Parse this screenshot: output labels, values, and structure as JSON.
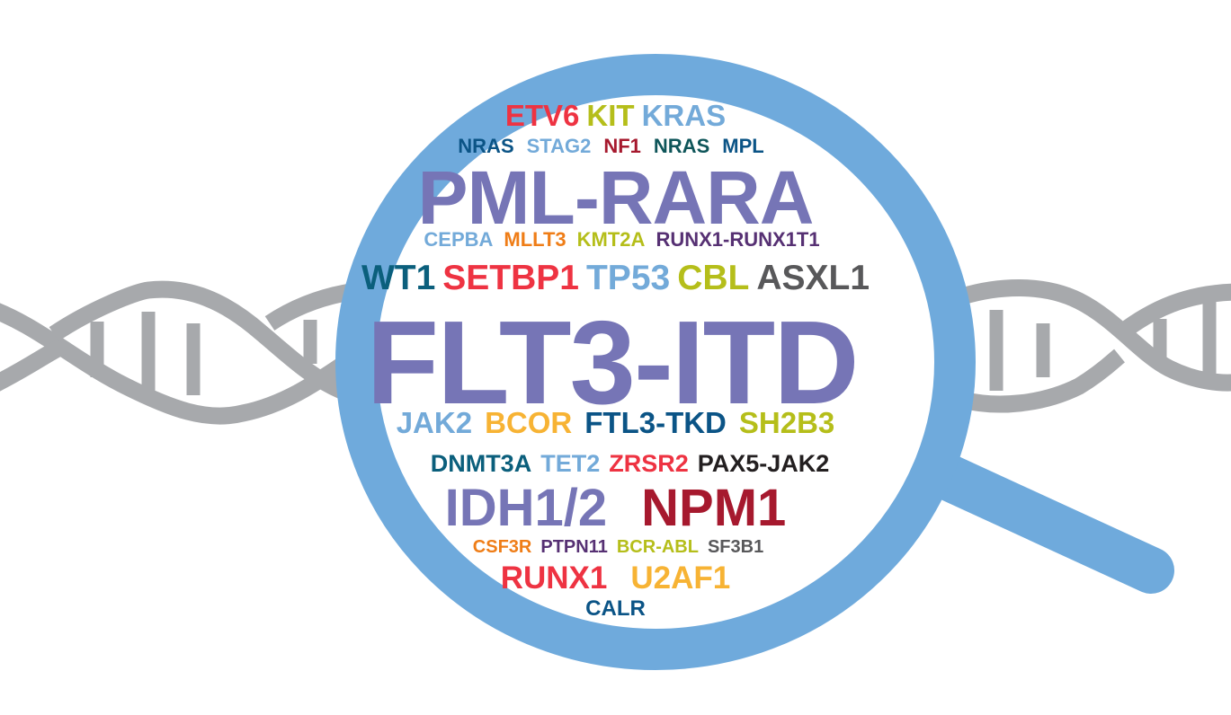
{
  "colors": {
    "lens_blue": "#6faadc",
    "dna_gray": "#a7a9ac",
    "background": "#ffffff"
  },
  "graphics": {
    "dna_left": "dna-helix-icon",
    "dna_right": "dna-helix-icon",
    "magnifier": "magnifying-glass-icon"
  },
  "word_cloud": {
    "rows": [
      [
        {
          "text": "ETV6",
          "color": "#ee3342"
        },
        {
          "text": "KIT",
          "color": "#b5be1a"
        },
        {
          "text": "KRAS",
          "color": "#73aad9"
        }
      ],
      [
        {
          "text": "NRAS",
          "color": "#0b5486"
        },
        {
          "text": "STAG2",
          "color": "#73aad9"
        },
        {
          "text": "NF1",
          "color": "#a6192e"
        },
        {
          "text": "NRAS",
          "color": "#0e5559"
        },
        {
          "text": "MPL",
          "color": "#0b5486"
        }
      ],
      [
        {
          "text": "PML-RARA",
          "color": "#7675b6"
        }
      ],
      [
        {
          "text": "CEPBA",
          "color": "#73aad9"
        },
        {
          "text": "MLLT3",
          "color": "#ef7d17"
        },
        {
          "text": "KMT2A",
          "color": "#b5be1a"
        },
        {
          "text": "RUNX1-RUNX1T1",
          "color": "#563073"
        }
      ],
      [
        {
          "text": "WT1",
          "color": "#0b5f7c"
        },
        {
          "text": "SETBP1",
          "color": "#ee3342"
        },
        {
          "text": "TP53",
          "color": "#73aad9"
        },
        {
          "text": "CBL",
          "color": "#b5be1a"
        },
        {
          "text": "ASXL1",
          "color": "#58585a"
        }
      ],
      [
        {
          "text": "FLT3-ITD",
          "color": "#7675b6"
        }
      ],
      [
        {
          "text": "JAK2",
          "color": "#73aad9"
        },
        {
          "text": "BCOR",
          "color": "#f7b334"
        },
        {
          "text": "FTL3-TKD",
          "color": "#0b5486"
        },
        {
          "text": "SH2B3",
          "color": "#b5be1a"
        }
      ],
      [
        {
          "text": "DNMT3A",
          "color": "#0b5f7c"
        },
        {
          "text": "TET2",
          "color": "#73aad9"
        },
        {
          "text": "ZRSR2",
          "color": "#ee3342"
        },
        {
          "text": "PAX5-JAK2",
          "color": "#231f20"
        }
      ],
      [
        {
          "text": "IDH1/2",
          "color": "#7675b6"
        },
        {
          "text": "NPM1",
          "color": "#a6192e"
        }
      ],
      [
        {
          "text": "CSF3R",
          "color": "#ef7d17"
        },
        {
          "text": "PTPN11",
          "color": "#563073"
        },
        {
          "text": "BCR-ABL",
          "color": "#b5be1a"
        },
        {
          "text": "SF3B1",
          "color": "#58585a"
        }
      ],
      [
        {
          "text": "RUNX1",
          "color": "#ee3342"
        },
        {
          "text": "U2AF1",
          "color": "#f7b334"
        }
      ],
      [
        {
          "text": "CALR",
          "color": "#0b5486"
        }
      ]
    ]
  }
}
